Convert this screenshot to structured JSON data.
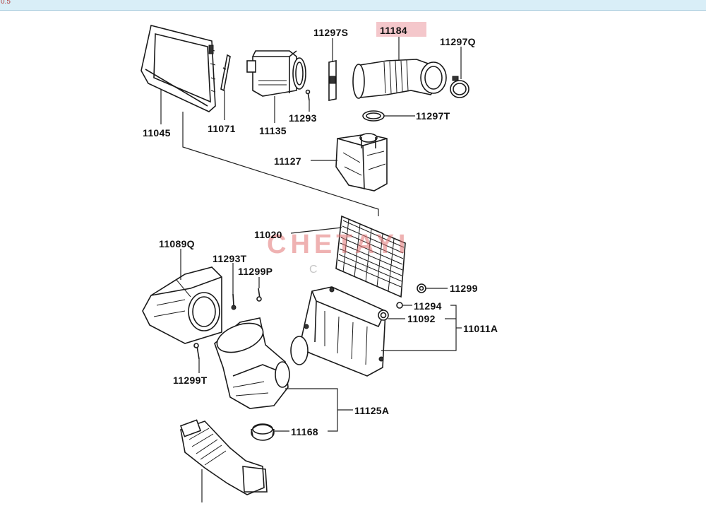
{
  "window": {
    "corner_text": "0.5"
  },
  "highlight": {
    "color": "#f4c7cb",
    "part": "11184"
  },
  "watermark": {
    "main": "CHETAYI",
    "sub": "C T",
    "color": "#e27575"
  },
  "labels": {
    "p11045": "11045",
    "p11071": "11071",
    "p11135": "11135",
    "p11293": "11293",
    "p11297s": "11297S",
    "p11184": "11184",
    "p11297q": "11297Q",
    "p11297t": "11297T",
    "p11127": "11127",
    "p11020": "11020",
    "p11089q": "11089Q",
    "p11293t": "11293T",
    "p11299p": "11299P",
    "p11299": "11299",
    "p11294": "11294",
    "p11092": "11092",
    "p11011a": "11011A",
    "p11299t": "11299T",
    "p11125a": "11125A",
    "p11168": "11168"
  }
}
